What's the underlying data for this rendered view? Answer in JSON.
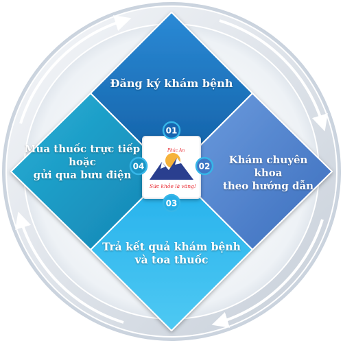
{
  "steps": [
    {
      "number": "01",
      "lines": [
        "Đăng ký khám bệnh"
      ]
    },
    {
      "number": "02",
      "lines": [
        "Khám chuyên khoa",
        "theo hướng dẫn"
      ]
    },
    {
      "number": "03",
      "lines": [
        "Trả kết quả khám bệnh",
        "và toa thuốc"
      ]
    },
    {
      "number": "04",
      "lines": [
        "Mua thuốc trực tiếp",
        "hoặc",
        "gửi qua bưu điện"
      ]
    }
  ],
  "logo": {
    "top_text": "Phúc An",
    "bottom_text": "Sức khỏe là vàng!"
  },
  "colors": {
    "step_1": "#1b78c6",
    "step_2": "#4b82cc",
    "step_3": "#29b5ea",
    "step_4": "#1a9ec9",
    "ring": "#d8dfe8",
    "badge_ring": "#36b6e8"
  },
  "icons": [
    "cycle-arrow-icon",
    "mountain-sun-logo"
  ]
}
